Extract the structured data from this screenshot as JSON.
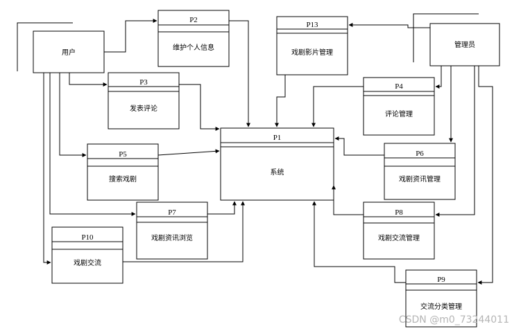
{
  "entities": {
    "user": {
      "label": "用户"
    },
    "admin": {
      "label": "管理员"
    }
  },
  "processes": [
    {
      "key": "p1",
      "id": "P1",
      "label": "系统"
    },
    {
      "key": "p2",
      "id": "P2",
      "label": "维护个人信息"
    },
    {
      "key": "p3",
      "id": "P3",
      "label": "发表评论"
    },
    {
      "key": "p4",
      "id": "P4",
      "label": "评论管理"
    },
    {
      "key": "p5",
      "id": "P5",
      "label": "搜索戏剧"
    },
    {
      "key": "p6",
      "id": "P6",
      "label": "戏剧资讯管理"
    },
    {
      "key": "p7",
      "id": "P7",
      "label": "戏剧资讯浏览"
    },
    {
      "key": "p8",
      "id": "P8",
      "label": "戏剧交流管理"
    },
    {
      "key": "p9",
      "id": "P9",
      "label": "交流分类管理"
    },
    {
      "key": "p10",
      "id": "P10",
      "label": "戏剧交流"
    },
    {
      "key": "p13",
      "id": "P13",
      "label": "戏剧影片管理"
    }
  ],
  "watermark": "CSDN @m0_73244011"
}
